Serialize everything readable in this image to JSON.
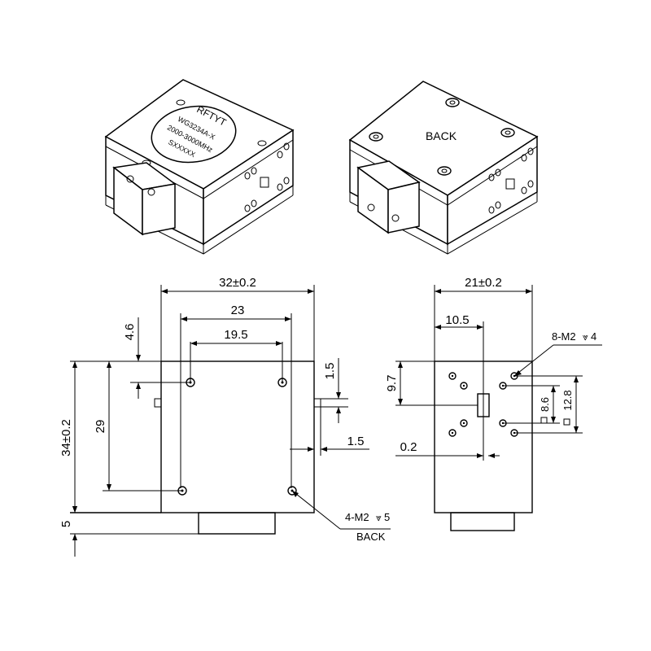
{
  "isometric_top": {
    "brand": "RFTYT",
    "model": "WG3234A-X",
    "frequency": "2000-3000MHz",
    "serial": "SXXXXX"
  },
  "isometric_back": {
    "label": "BACK"
  },
  "front_view": {
    "width": "32±0.2",
    "hole_span_outer": "23",
    "hole_span_inner": "19.5",
    "top_offset": "4.6",
    "height": "34±0.2",
    "hole_pitch_vertical": "29",
    "side_tab_offset": "1.5",
    "side_tab_depth": "1.5",
    "flange_height": "5",
    "hole_callout": "4-M2",
    "hole_callout_depth": "5",
    "hole_callout_face": "BACK"
  },
  "side_view": {
    "width": "21±0.2",
    "center_offset": "10.5",
    "vertical_offset": "9.7",
    "slot_gap": "0.2",
    "hole_callout": "8-M2",
    "hole_callout_depth": "4",
    "inner_pitch": "8.6",
    "outer_pitch": "12.8"
  }
}
